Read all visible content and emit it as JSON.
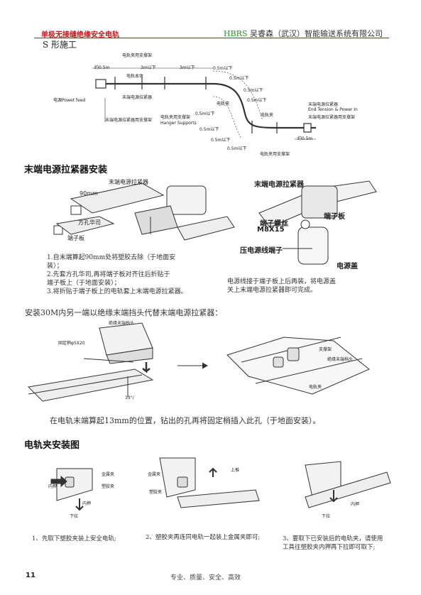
{
  "header": {
    "left_title": "单极无接缝绝缘安全电轨",
    "brand": "HBRS",
    "company": "吴睿森（武汉）智能输送系统有限公司"
  },
  "subtitle": "S 形施工",
  "diagram1": {
    "labels": {
      "clip_bracket": "电轨夹用支撑架",
      "len1": "约0.5m",
      "len2": "3m以下",
      "len3": "3m以下",
      "rail_body": "电轨本体",
      "tensioner": "末端电源拉紧器",
      "power_feed": "电源Powet feed",
      "end_bracket": "末端电源拉紧器用支撑架",
      "hanger": "电轨夹用支撑架",
      "hanger_en": "Hanger Supports",
      "arc1": "0.5m以下",
      "arc2": "0.5m以下",
      "arc3": "0.5m以下",
      "arc4": "0.5m以下",
      "arc5": "0.5m以下",
      "arc6": "0.5m以下",
      "arc7": "0.5m以下",
      "arc8": "0.5m以下",
      "clip": "电轨夹",
      "clip2": "电轨夹",
      "end_tension_cn": "末端电源拉紧器",
      "end_tension_en": "End Tension & Power In",
      "end_bracket2": "末端电源拉紧器用支撑架",
      "len_end": "约0.5m",
      "clip_bracket2": "电轨夹用支撑架"
    }
  },
  "section1": {
    "title": "末端电源拉紧器安装",
    "labels": {
      "tensioner": "末端电源拉紧器",
      "deg": "90mm",
      "hook": "方孔华司",
      "terminal_plate": "端子板",
      "tensioner_r": "末端电源拉紧器",
      "terminal_plate_r": "端子板",
      "terminal_screw": "端子螺丝",
      "screw_spec": "M8X15",
      "crimp": "压电源线端子",
      "cover": "电源盖"
    },
    "steps": [
      "1.自末端算起90mm处将塑胶去除（于地面安",
      "装）；",
      "2.先套方孔华司,再将端子板对齐往后折贴于",
      "端子板上（于地面安装）；",
      "3.将折贴于端子板上的电轨套上末端电源拉紧器。"
    ],
    "note": [
      "电源线接于端子板上后再装，将电源盖",
      "关上末端电源拉紧器即可完成。"
    ]
  },
  "section2": {
    "intro": "安装30M内另一端以绝缘末端挡头代替末端电源拉紧器：",
    "labels": {
      "end_cap": "绝缘末端档头",
      "pin": "固定梢φ5X20",
      "angle": "13°/",
      "bracket": "支撑架",
      "end_cap2": "绝缘末端档头",
      "clip": "电轨夹"
    },
    "caption": "在电轨末端算起13mm的位置，钻出的孔再将固定梢插入此孔（于地面安装）。"
  },
  "section3": {
    "title": "电轨夹安装图",
    "labels": {
      "push_in1": "内押",
      "metal_clip": "金属夹",
      "plastic_clip": "塑胶夹",
      "push_in2": "内押",
      "pull_down1": "下拉",
      "metal_clip2": "金属夹",
      "push_up": "上推",
      "plastic_clip2": "塑胶夹",
      "pull_down2": "下拉",
      "push_in3": "内押"
    },
    "captions": [
      "1、先取下塑胶夹装上安全电轨;",
      "2、塑胶夹再连同电轨一起装上金属夹即可;",
      "3、要取下已安装后的电轨夹，请使用"
    ],
    "caption3_line2": "工具往塑胶夹内押再下拉即可取下;"
  },
  "footer": {
    "page": "11",
    "slogan": "专业、质量、安全、高效"
  }
}
